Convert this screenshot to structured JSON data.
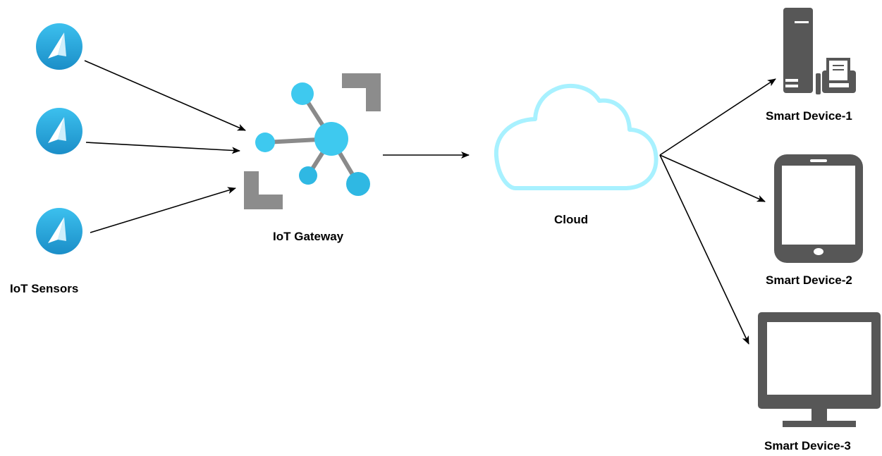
{
  "diagram": {
    "sensors": {
      "label": "IoT Sensors",
      "count": 3,
      "color": "#29a9dc",
      "icon": "sensor-icon"
    },
    "gateway": {
      "label": "IoT Gateway",
      "node_color": "#3ec9ef",
      "bracket_color": "#8c8c8c",
      "icon": "iot-hub-icon"
    },
    "cloud": {
      "label": "Cloud",
      "stroke_color": "#a8f1ff",
      "icon": "cloud-icon"
    },
    "devices": [
      {
        "label": "Smart Device-1",
        "icon": "server-printer-icon"
      },
      {
        "label": "Smart Device-2",
        "icon": "tablet-icon"
      },
      {
        "label": "Smart Device-3",
        "icon": "monitor-icon"
      }
    ],
    "device_color": "#575757",
    "edges": [
      {
        "from": "sensor-1",
        "to": "gateway"
      },
      {
        "from": "sensor-2",
        "to": "gateway"
      },
      {
        "from": "sensor-3",
        "to": "gateway"
      },
      {
        "from": "gateway",
        "to": "cloud"
      },
      {
        "from": "cloud",
        "to": "smart-device-1"
      },
      {
        "from": "cloud",
        "to": "smart-device-2"
      },
      {
        "from": "cloud",
        "to": "smart-device-3"
      }
    ]
  }
}
